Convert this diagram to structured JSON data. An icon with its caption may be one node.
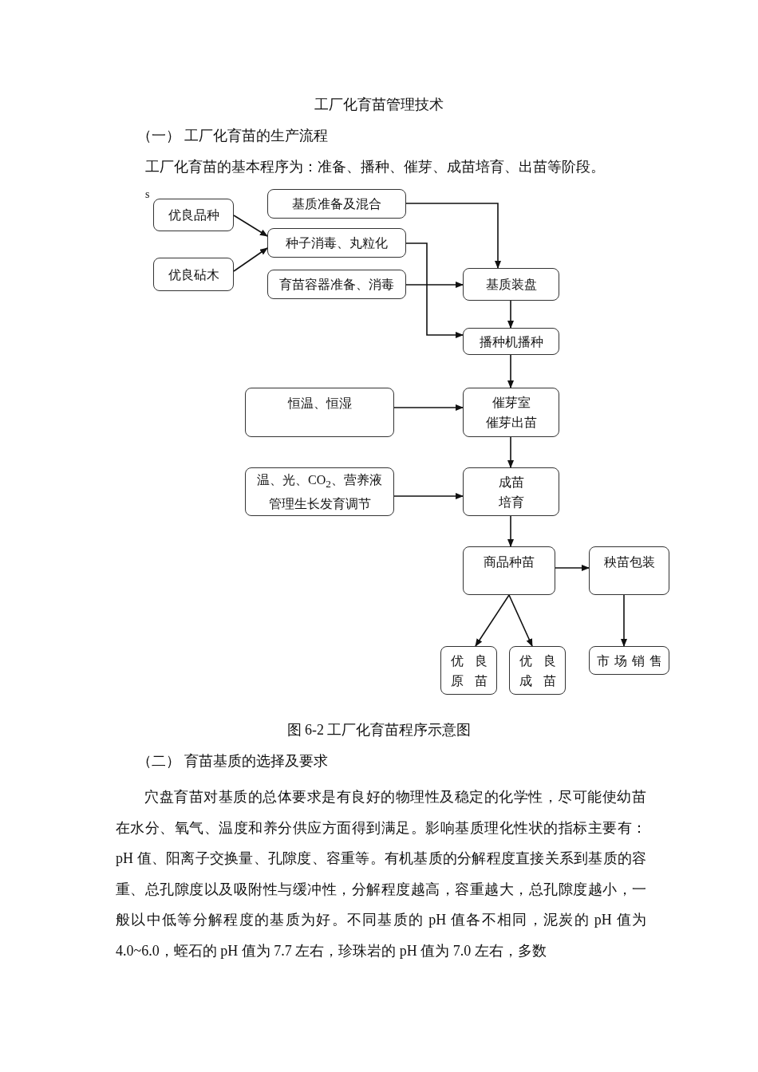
{
  "diagram": {
    "title": "工厂化育苗管理技术",
    "caption": "图 6-2 工厂化育苗程序示意图",
    "nodes": [
      {
        "text": [
          "优良品种"
        ]
      },
      {
        "text": [
          "优良砧木"
        ]
      },
      {
        "text": [
          "基质准备及混合"
        ]
      },
      {
        "text": [
          "种子消毒、丸粒化"
        ]
      },
      {
        "text": [
          "育苗容器准备、消毒"
        ]
      },
      {
        "text": [
          "基质装盘"
        ]
      },
      {
        "text": [
          "播种机播种"
        ]
      },
      {
        "text": [
          "恒温、恒湿"
        ]
      },
      {
        "text": [
          "催芽室",
          "催芽出苗"
        ]
      },
      {
        "text": [
          "温、光、CO$_{2}$、营养液",
          "管理生长发育调节"
        ]
      },
      {
        "text": [
          "成苗",
          "培育"
        ]
      },
      {
        "text": [
          "商品种苗"
        ]
      },
      {
        "text": [
          "秧苗包装"
        ]
      },
      {
        "text": [
          "优良",
          "原苗"
        ]
      },
      {
        "text": [
          "优良",
          "成苗"
        ]
      },
      {
        "text": [
          "市场销售"
        ]
      }
    ],
    "edges": [
      {
        "from": 0,
        "to": 3,
        "arrow": "to"
      },
      {
        "from": 1,
        "to": 3,
        "arrow": "to"
      },
      {
        "from": 2,
        "to": 5,
        "arrow": "to"
      },
      {
        "from": 3,
        "to": 6,
        "arrow": "to"
      },
      {
        "from": 4,
        "to": 5,
        "arrow": "to"
      },
      {
        "from": 5,
        "to": 6,
        "arrow": "to"
      },
      {
        "from": 6,
        "to": 8,
        "arrow": "to"
      },
      {
        "from": 7,
        "to": 8,
        "arrow": "to"
      },
      {
        "from": 8,
        "to": 10,
        "arrow": "to"
      },
      {
        "from": 9,
        "to": 10,
        "arrow": "to"
      },
      {
        "from": 10,
        "to": 11,
        "arrow": "to"
      },
      {
        "from": 11,
        "to": 12,
        "arrow": "to"
      },
      {
        "from": 11,
        "to": 13,
        "arrow": "to"
      },
      {
        "from": 11,
        "to": 14,
        "arrow": "to"
      },
      {
        "from": 12,
        "to": 15,
        "arrow": "to"
      }
    ],
    "labels": [
      "（一） 工厂化育苗的生产流程",
      "工厂化育苗的基本程序为：准备、播种、催芽、成苗培育、出苗等阶段。",
      "s",
      "（二） 育苗基质的选择及要求",
      "穴盘育苗对基质的总体要求是有良好的物理性及稳定的化学性，尽可能使幼苗在水分、氧气、温度和养分供应方面得到满足。影响基质理化性状的指标主要有：pH 值、阳离子交换量、孔隙度、容重等。有机基质的分解程度直接关系到基质的容重、总孔隙度以及吸附性与缓冲性，分解程度越高，容重越大，总孔隙度越小，一般以中低等分解程度的基质为好。不同基质的 pH 值各不相同，泥炭的 pH 值为 4.0~6.0，蛭石的 pH 值为 7.7 左右，珍珠岩的 pH 值为 7.0 左右，多数"
    ]
  }
}
